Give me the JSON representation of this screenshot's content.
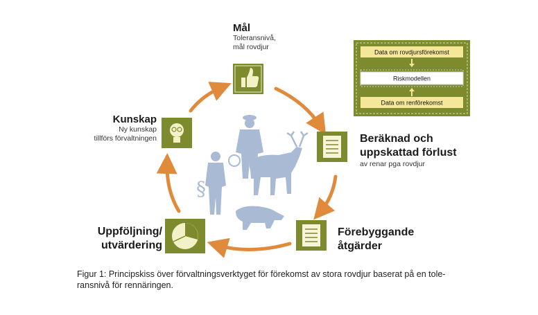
{
  "nodes": {
    "mal": {
      "title": "Mål",
      "sub1": "Toleransnivå,",
      "sub2": "mål rovdjur"
    },
    "beraknad": {
      "title1": "Beräknad och",
      "title2": "uppskattad förlust",
      "sub": "av renar pga rovdjur"
    },
    "forebyggande": {
      "title1": "Förebyggande",
      "title2": "åtgärder"
    },
    "uppfoljning": {
      "title1": "Uppföljning/",
      "title2": "utvärdering"
    },
    "kunskap": {
      "title": "Kunskap",
      "sub1": "Ny kunskap",
      "sub2": "tillförs förvaltningen"
    }
  },
  "model_inset": {
    "top": "Data om rovdjursförekomst",
    "middle": "Riskmodellen",
    "bottom": "Data om renförekomst"
  },
  "center_symbol": "§",
  "caption": {
    "line1": "Figur 1: Principskiss över förvaltningsverktyget för förekomst av stora rovdjur baserat på en tole-",
    "line2": "ransnivå för rennäringen."
  },
  "colors": {
    "olive": "#7d8a2e",
    "olive_dark": "#6b7625",
    "arrow_orange": "#e08a3c",
    "silhouette_blue": "#a9bad4",
    "inset_yellow": "#f5e79a"
  }
}
